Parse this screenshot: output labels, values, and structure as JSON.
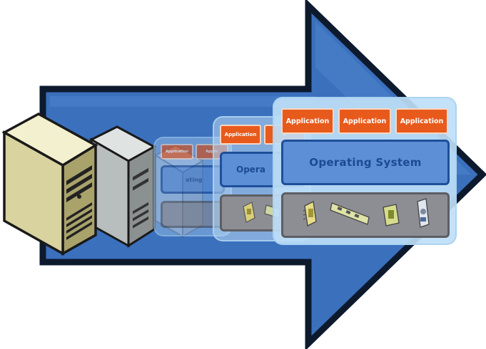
{
  "colors": {
    "arrow_fill": "#3b70bd",
    "arrow_outline": "#0d1a2e",
    "application_tile": "#e85a1c",
    "operating_system": "#5c8fd6",
    "hardware_layer": "#8d8e94",
    "server_front": "#d8d39f",
    "server_back": "#b8bebd"
  },
  "stack_front": {
    "applications": [
      "Application",
      "Application",
      "Application"
    ],
    "operating_system": "Operating System"
  },
  "stack_mid": {
    "applications": [
      "Application",
      "A"
    ],
    "operating_system": "Opera"
  },
  "stack_far": {
    "applications": [
      "Application",
      "Applic"
    ],
    "operating_system": "ating"
  },
  "icons": [
    "cpu-chip-icon",
    "memory-module-icon",
    "network-card-icon",
    "disk-drive-icon"
  ]
}
